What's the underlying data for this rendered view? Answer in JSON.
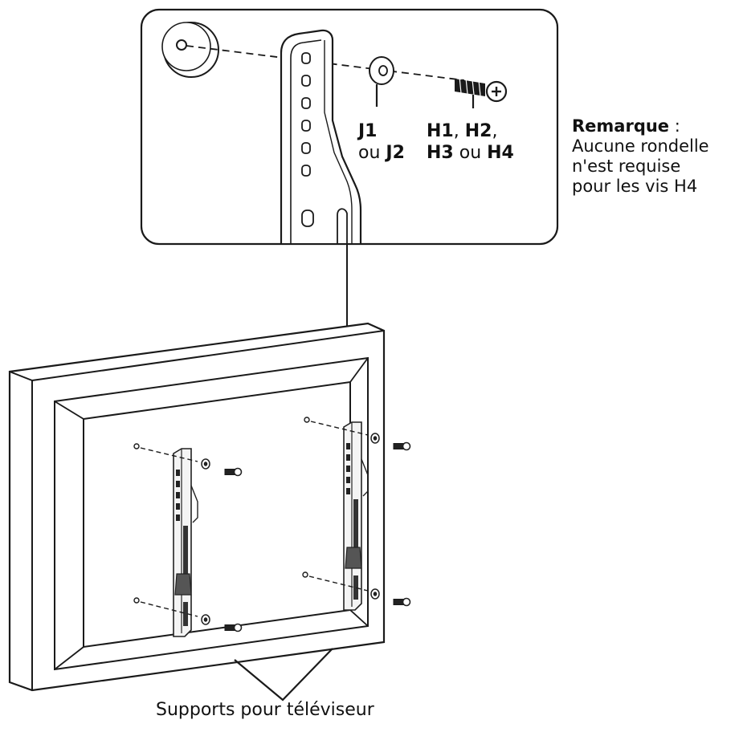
{
  "labels": {
    "washer_j1": "J1",
    "washer_or": "ou",
    "washer_j2": "J2",
    "screw_h1": "H1",
    "screw_sep1": ",",
    "screw_h2": "H2",
    "screw_sep2": ",",
    "screw_h3": "H3",
    "screw_or": "ou",
    "screw_h4": "H4"
  },
  "note": {
    "title": "Remarque",
    "colon": " :",
    "line1": "Aucune rondelle",
    "line2": "n'est requise",
    "line3": "pour les vis H4"
  },
  "caption": "Supports pour téléviseur",
  "colors": {
    "stroke": "#1a1a1a",
    "callout_dot": "#8a8a8a",
    "tv_face": "#ffffff",
    "bracket_fill": "#f4f4f4"
  }
}
